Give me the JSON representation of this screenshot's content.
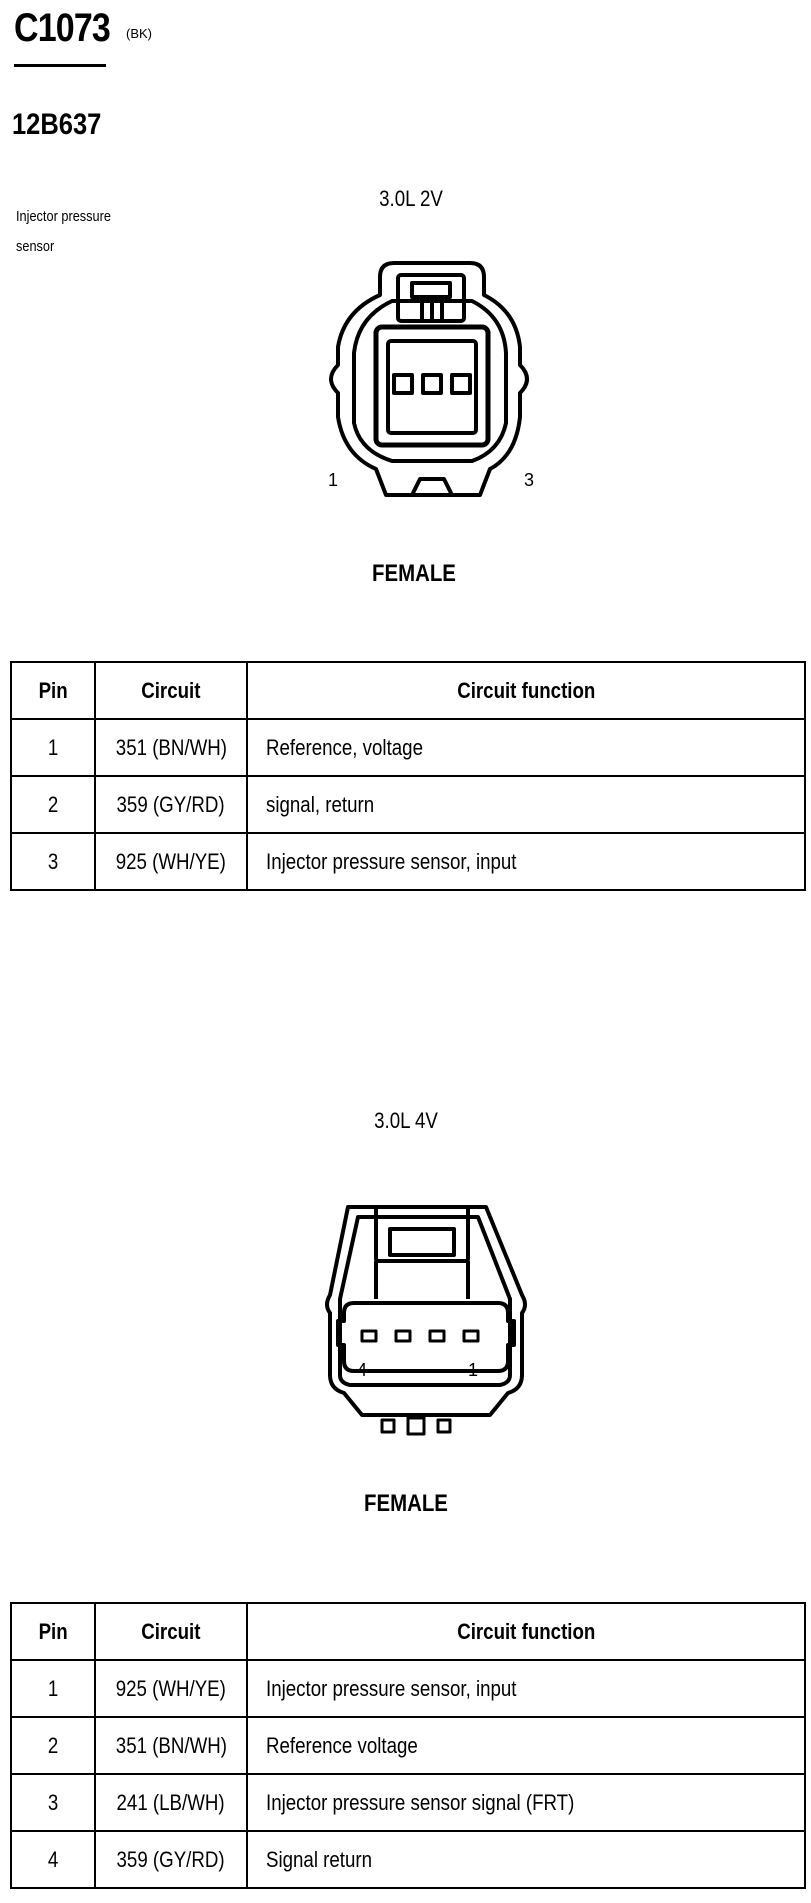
{
  "connector": {
    "id": "C1073",
    "color": "(BK)",
    "part_number": "12B637",
    "description_line1": "Injector pressure",
    "description_line2": "sensor"
  },
  "views": [
    {
      "variant": "3.0L 2V",
      "gender": "FEMALE",
      "pin_left": "1",
      "pin_right": "3"
    },
    {
      "variant": "3.0L 4V",
      "gender": "FEMALE",
      "pin_left": "4",
      "pin_right": "1"
    }
  ],
  "tables": [
    {
      "headers": [
        "Pin",
        "Circuit",
        "Circuit function"
      ],
      "rows": [
        [
          "1",
          "351 (BN/WH)",
          "Reference, voltage"
        ],
        [
          "2",
          "359 (GY/RD)",
          "signal, return"
        ],
        [
          "3",
          "925 (WH/YE)",
          "Injector pressure sensor, input"
        ]
      ]
    },
    {
      "headers": [
        "Pin",
        "Circuit",
        "Circuit function"
      ],
      "rows": [
        [
          "1",
          "925 (WH/YE)",
          "Injector pressure sensor, input"
        ],
        [
          "2",
          "351 (BN/WH)",
          "Reference voltage"
        ],
        [
          "3",
          "241 (LB/WH)",
          "Injector pressure sensor signal (FRT)"
        ],
        [
          "4",
          "359 (GY/RD)",
          "Signal return"
        ]
      ]
    }
  ]
}
